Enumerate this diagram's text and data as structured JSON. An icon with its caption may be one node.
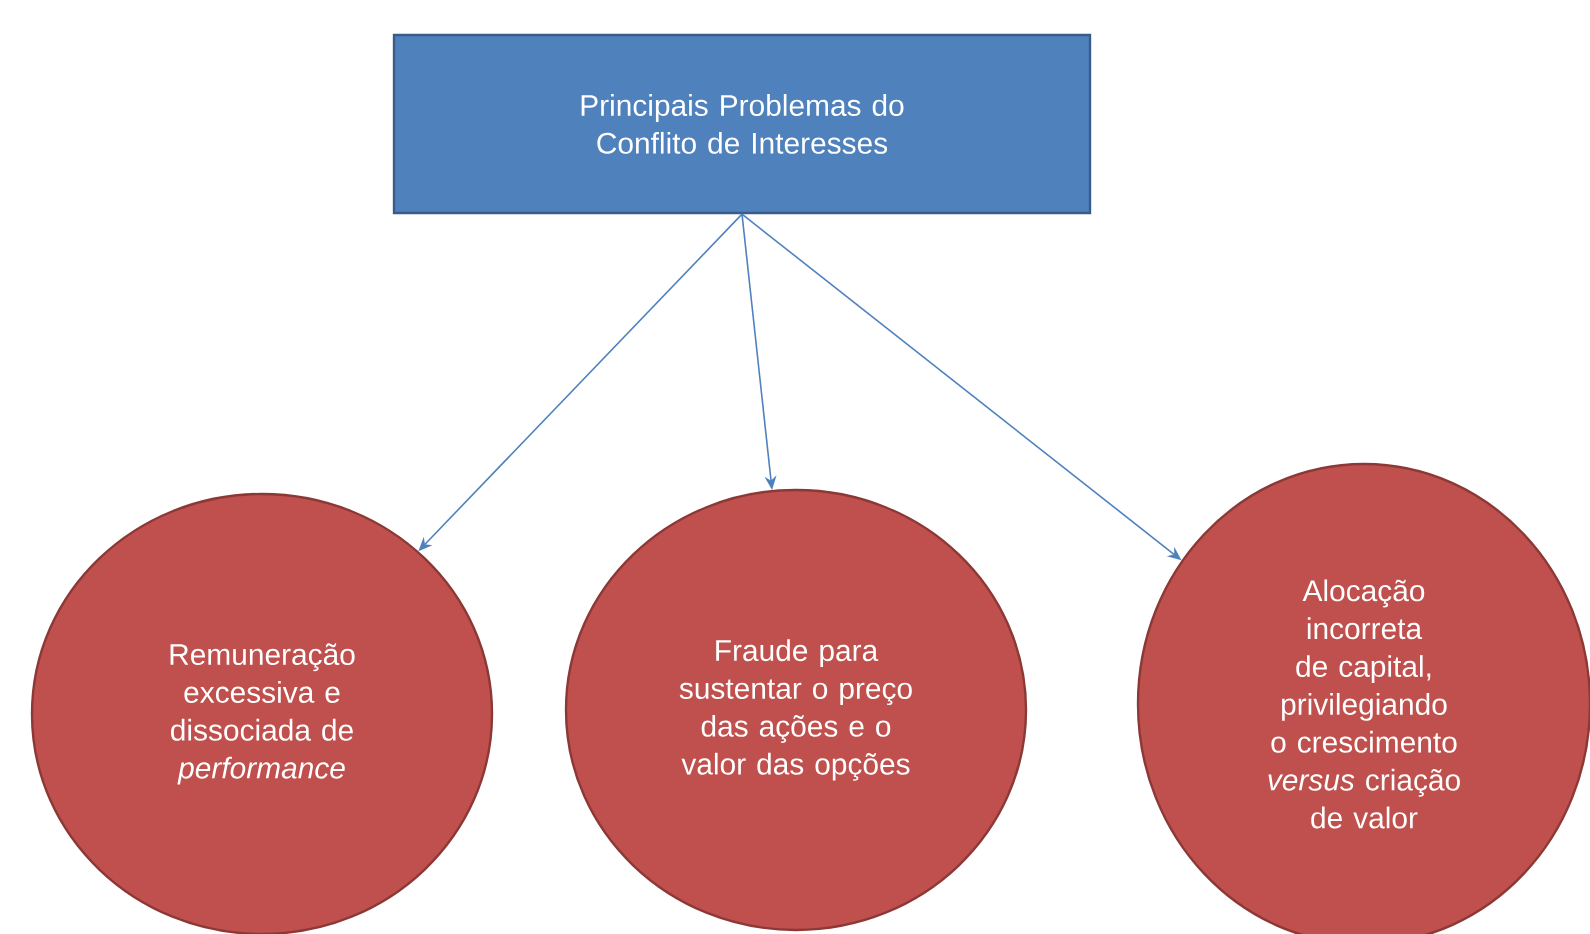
{
  "diagram": {
    "nodes": [
      {
        "text": [
          "Principais Problemas do Conflito de Interesses"
        ]
      },
      {
        "text": [
          "Remuneração excessiva e dissociada de *performance*"
        ]
      },
      {
        "text": [
          "Fraude para sustentar o preço das ações e o valor das opções"
        ]
      },
      {
        "text": [
          "Alocação incorreta de capital, privilegiando o crescimento *versus* criação de valor"
        ]
      }
    ],
    "edges": [
      {
        "from": 0,
        "to": 1,
        "arrow": "to"
      },
      {
        "from": 0,
        "to": 2,
        "arrow": "to"
      },
      {
        "from": 0,
        "to": 3,
        "arrow": "to"
      }
    ]
  }
}
